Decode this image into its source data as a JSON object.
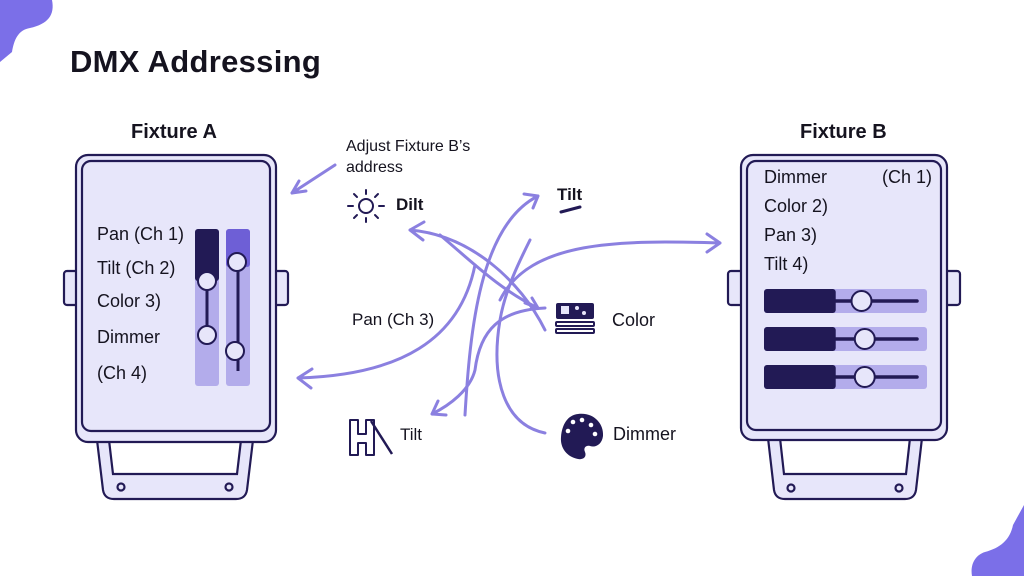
{
  "title": "DMX Addressing",
  "colors": {
    "accent": "#7B6FE8",
    "arrow": "#8B80E0",
    "dark": "#221A55",
    "panel": "#E7E6FA",
    "slider_track": "#B3ACEB"
  },
  "annotation": {
    "line1": "Adjust Fixture B’s",
    "line2": "address"
  },
  "fixture_a": {
    "title": "Fixture A",
    "channels": [
      "Pan (Ch 1)",
      "Tilt (Ch 2)",
      "Color 3)",
      "Dimmer",
      "(Ch 4)"
    ],
    "sliders": [
      {
        "name": "slider-1",
        "value_top": 0.35,
        "value_bottom": 0.8
      },
      {
        "name": "slider-2",
        "value_top": 0.2,
        "value_bottom": 0.85
      }
    ]
  },
  "fixture_b": {
    "title": "Fixture B",
    "channels": [
      {
        "label": "Dimmer",
        "suffix": "(Ch 1)"
      },
      {
        "label": "Color 2)",
        "suffix": ""
      },
      {
        "label": "Pan 3)",
        "suffix": ""
      },
      {
        "label": "Tilt 4)",
        "suffix": ""
      }
    ],
    "sliders": [
      0.5,
      0.52,
      0.52
    ]
  },
  "middle_items": [
    {
      "icon": "sun-icon",
      "label": "Dilt"
    },
    {
      "icon": "tilt-dash-icon",
      "label": "Tilt"
    },
    {
      "icon": "",
      "label": "Pan (Ch 3)"
    },
    {
      "icon": "color-board-icon",
      "label": "Color"
    },
    {
      "icon": "h-frame-icon",
      "label": "Tilt"
    },
    {
      "icon": "palette-icon",
      "label": "Dimmer"
    }
  ]
}
